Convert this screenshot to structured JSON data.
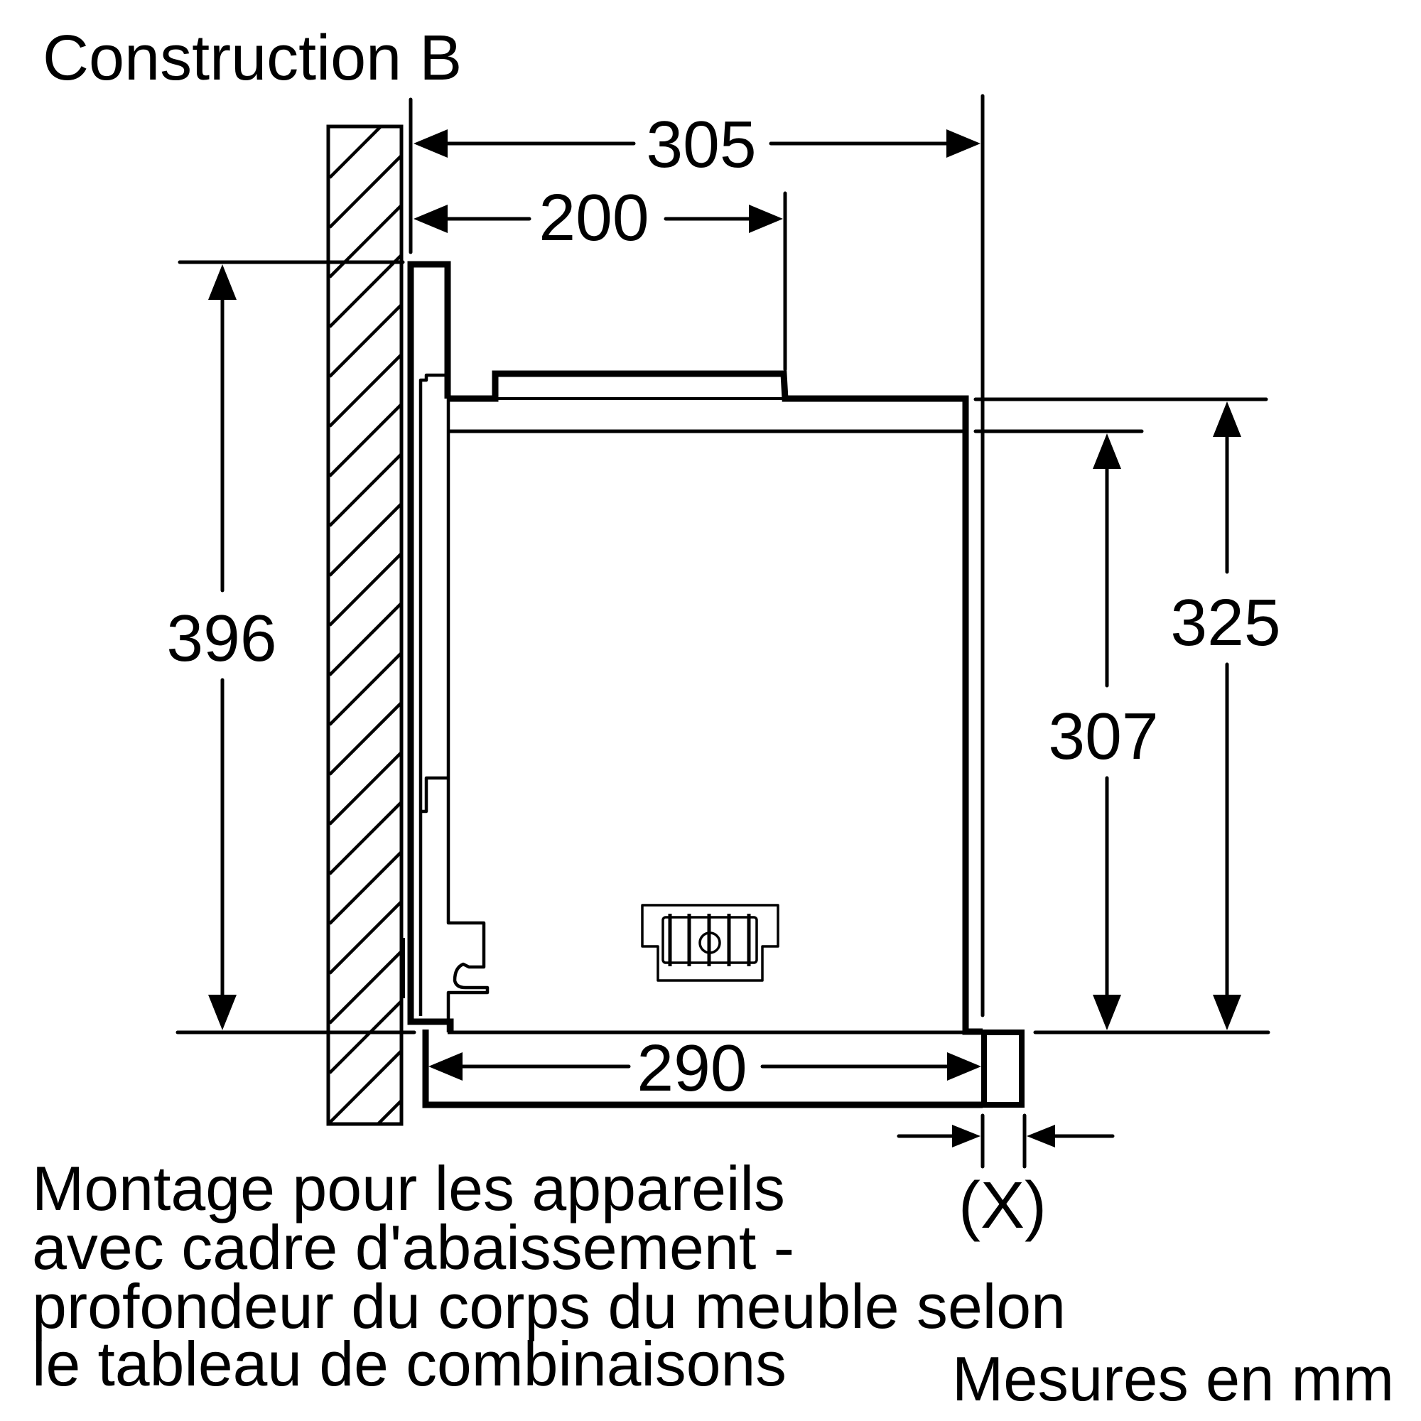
{
  "title": "Construction B",
  "dimensions": {
    "top_overall": "305",
    "top_partial": "200",
    "left_height": "396",
    "right_outer_height": "325",
    "right_inner_height": "307",
    "bottom_width": "290",
    "gap_label": "(X)"
  },
  "note": {
    "lines": [
      "Montage pour les appareils",
      "avec cadre d'abaissement -",
      "profondeur du corps du meuble selon",
      "le tableau de combinaisons"
    ]
  },
  "units": "Mesures en mm",
  "colors": {
    "line": "#000000",
    "background": "#ffffff"
  }
}
